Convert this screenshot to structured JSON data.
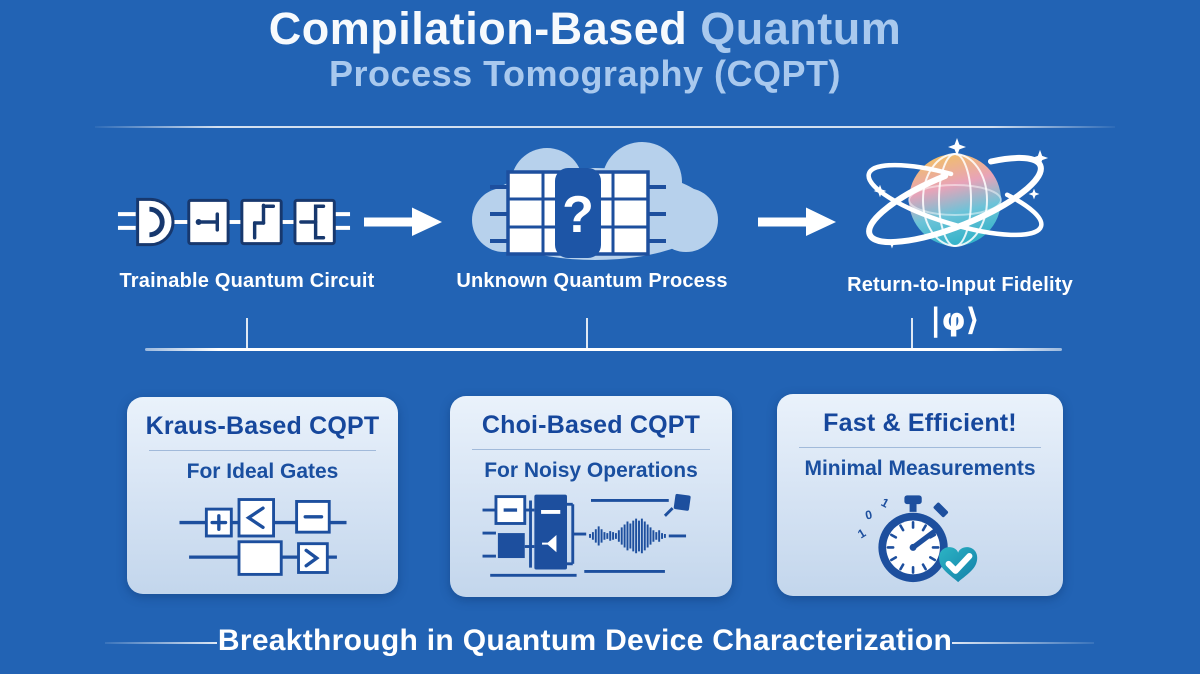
{
  "title": {
    "part1": "Compilation-Based",
    "part2": "Quantum",
    "line2": "Process Tomography (CQPT)"
  },
  "flow": {
    "steps": [
      {
        "label": "Trainable Quantum Circuit"
      },
      {
        "label": "Unknown Quantum Process"
      },
      {
        "label": "Return-to-Input Fidelity"
      }
    ],
    "unknown_mark": "?",
    "ket_state": "|φ⟩"
  },
  "cards": [
    {
      "title": "Kraus-Based CQPT",
      "subtitle": "For Ideal Gates",
      "icon": "ideal-gates-circuit-icon"
    },
    {
      "title": "Choi-Based CQPT",
      "subtitle": "For Noisy Operations",
      "icon": "noisy-circuit-waveform-icon"
    },
    {
      "title": "Fast & Efficient!",
      "subtitle": "Minimal Measurements",
      "icon": "stopwatch-check-icon"
    }
  ],
  "stopwatch_digits": [
    "1",
    "0",
    "1"
  ],
  "footer": {
    "text": "Breakthrough in Quantum Device Characterization"
  },
  "colors": {
    "background": "#2263b4",
    "accent_light": "#a9c9ee",
    "card_title": "#16479c",
    "icon_dark": "#1d4f9e",
    "cloud": "#b7d1ec",
    "teal_check": "#1f9fb5",
    "white": "#ffffff"
  }
}
